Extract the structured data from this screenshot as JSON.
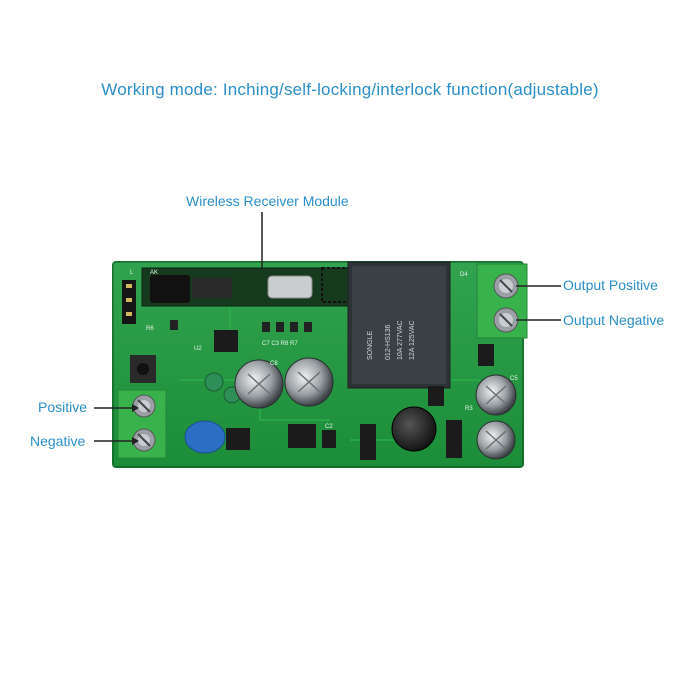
{
  "title": "Working mode: Inching/self-locking/interlock function(adjustable)",
  "labels": {
    "wireless_receiver": "Wireless Receiver Module",
    "positive": "Positive",
    "negative": "Negative",
    "output_positive": "Output Positive",
    "output_negative": "Output Negative"
  },
  "relay_text": [
    "SONGLE",
    "012-HS136",
    "10A 277VAC",
    "12A 125VAC"
  ],
  "colors": {
    "label_blue": "#2a8fc8",
    "pcb_green": "#1e9a3e",
    "terminal_green": "#38b24a"
  }
}
